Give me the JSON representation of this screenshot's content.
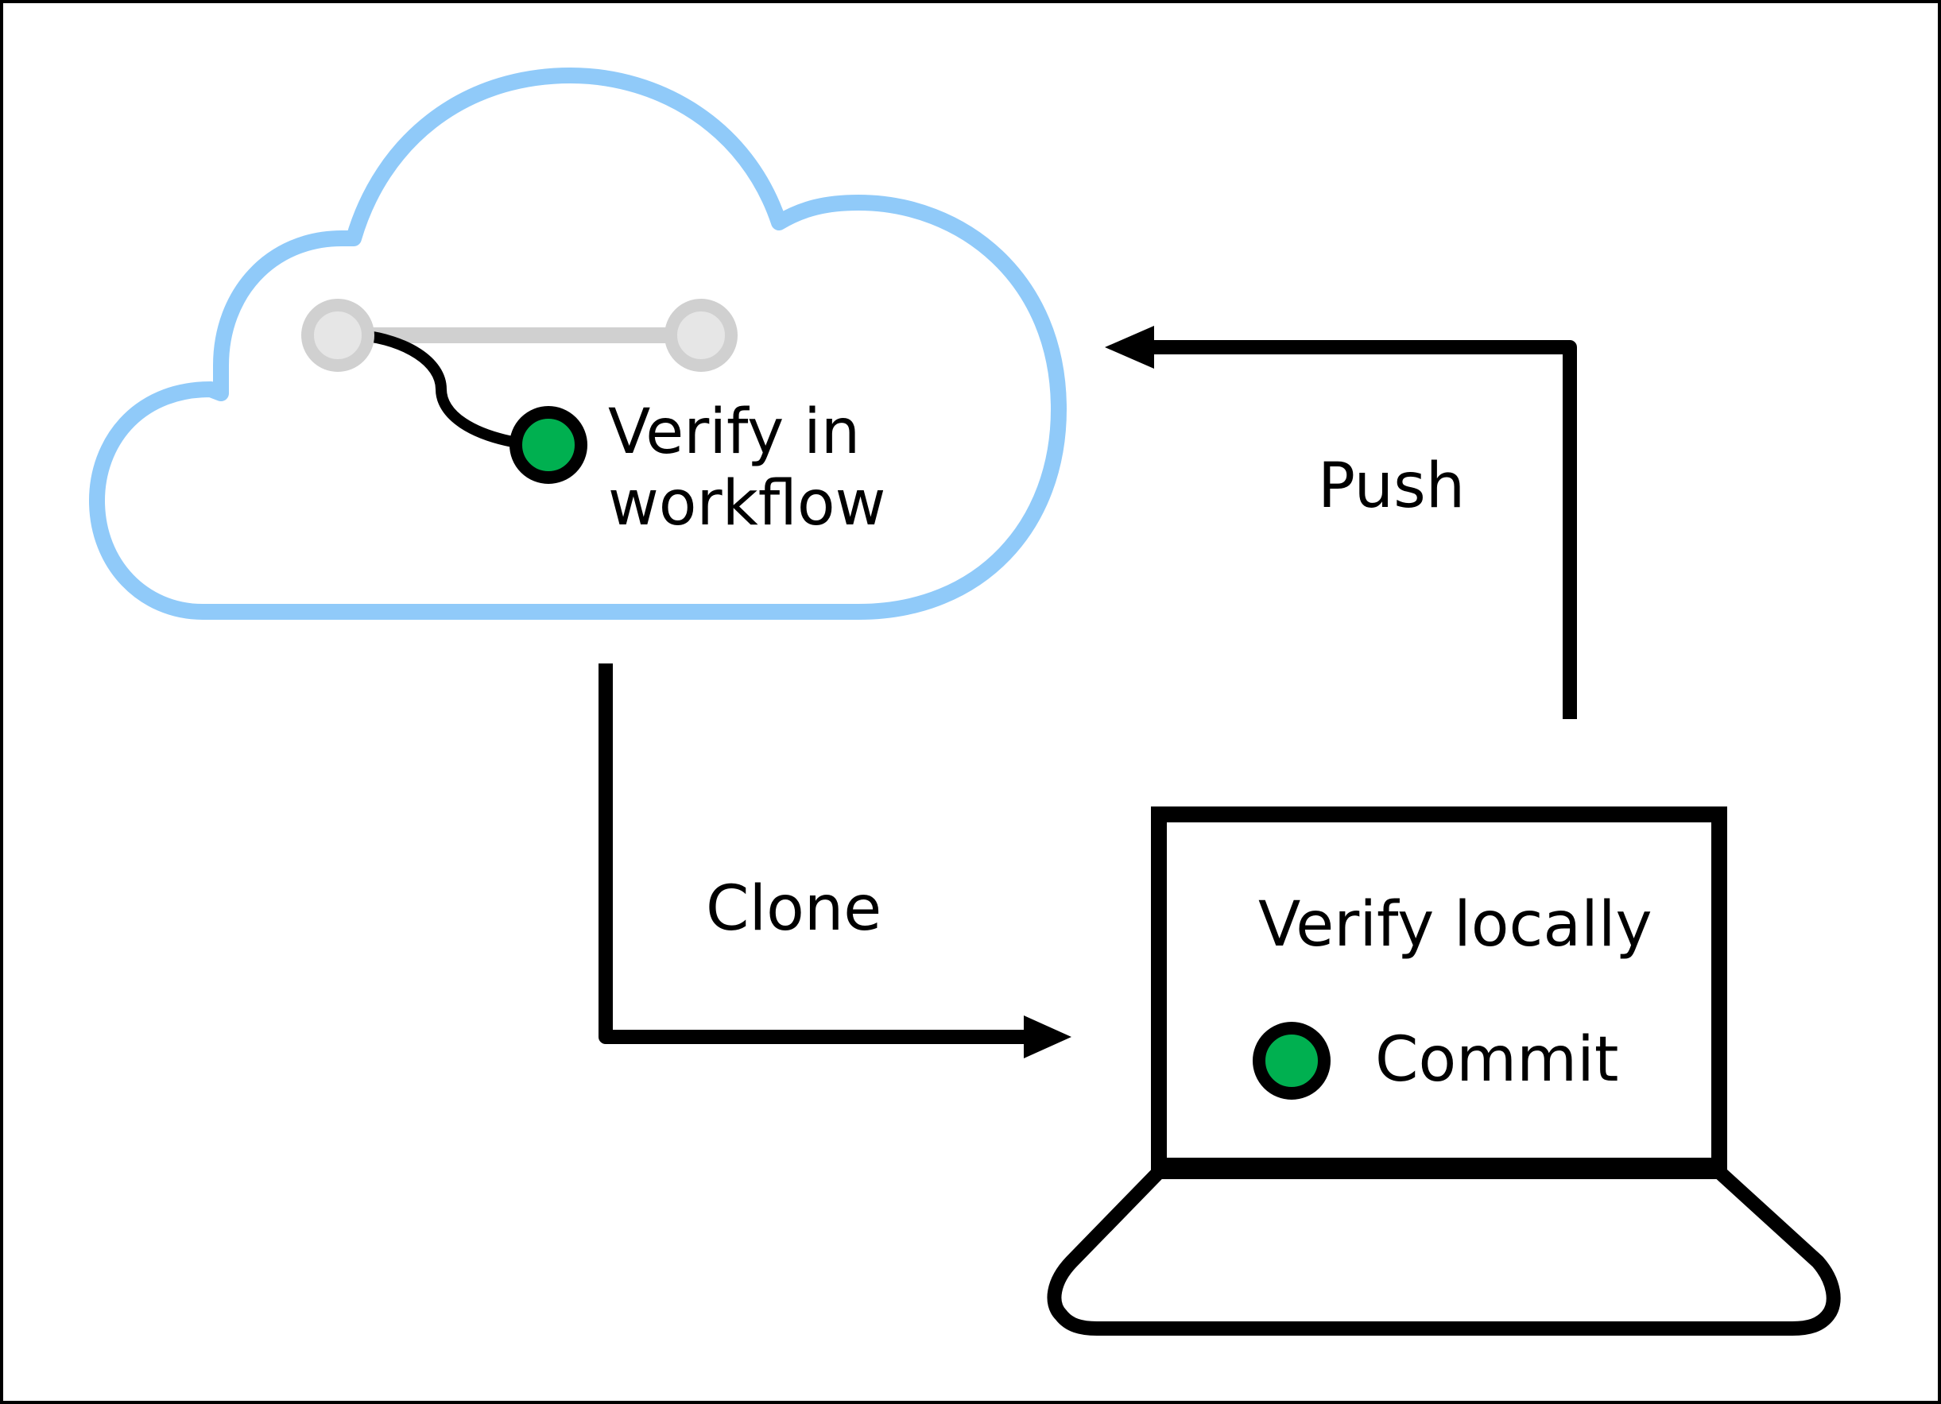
{
  "cloud": {
    "label_line1": "Verify in",
    "label_line2": "workflow"
  },
  "push": {
    "label": "Push"
  },
  "clone": {
    "label": "Clone"
  },
  "laptop": {
    "label": "Verify locally",
    "commit_label": "Commit"
  },
  "colors": {
    "cloud_outline": "#90CAF9",
    "commit_green": "#00B050",
    "branch_grey": "#D0D0D0",
    "node_grey_fill": "#E6E6E6",
    "stroke": "#000000"
  },
  "icons": {
    "cloud": "cloud-icon",
    "laptop": "laptop-icon",
    "commit_dot": "commit-dot-icon",
    "branch_node": "branch-node-icon",
    "arrow": "arrow-icon"
  }
}
